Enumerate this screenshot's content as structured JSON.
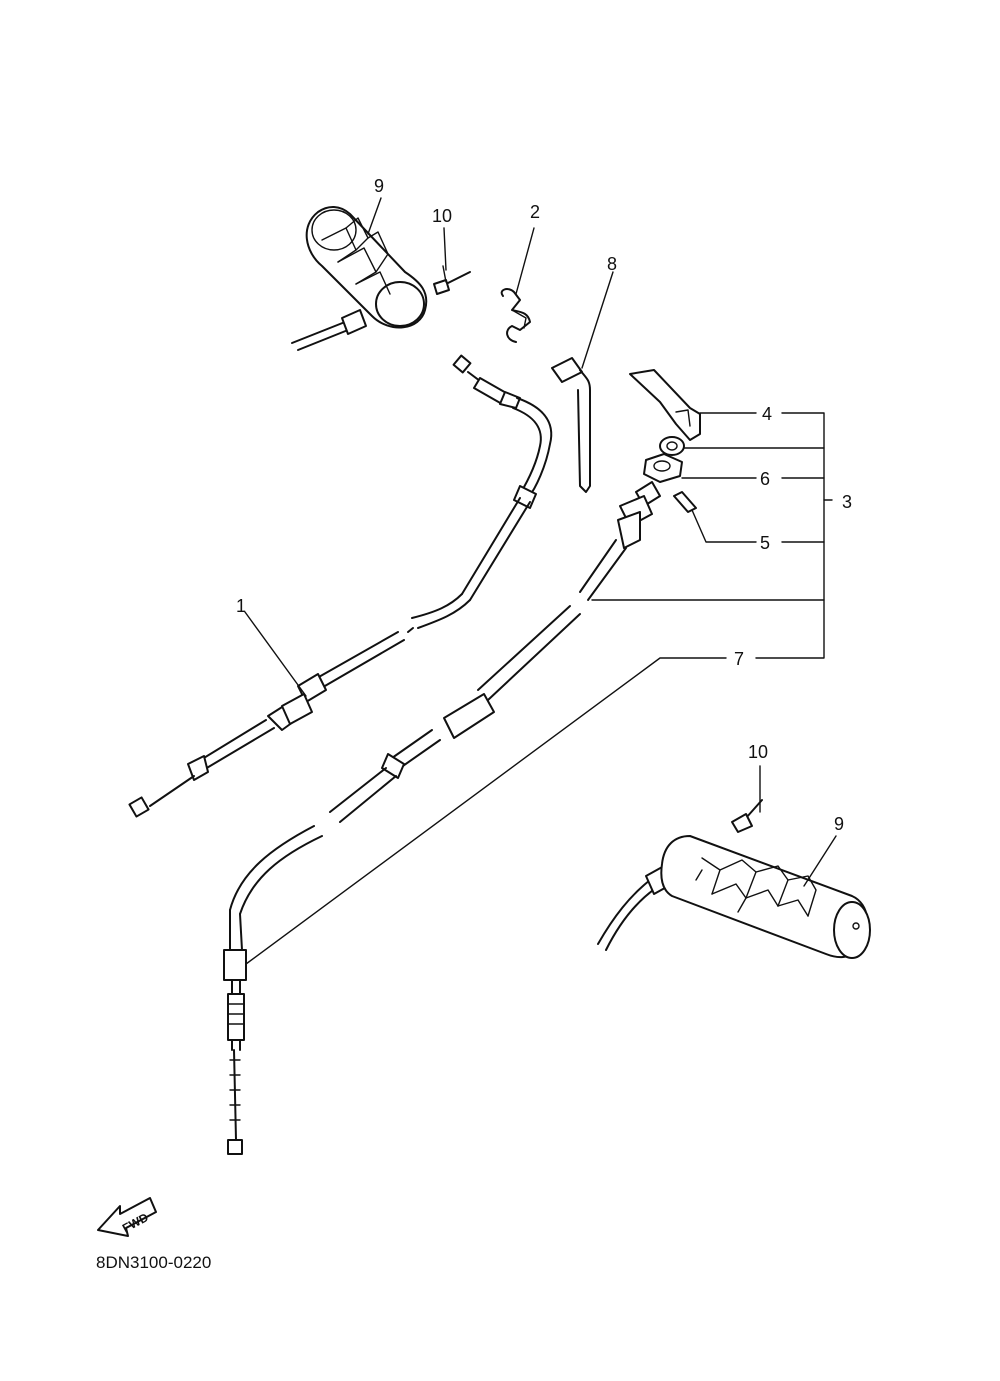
{
  "diagram": {
    "callouts": {
      "c1": "1",
      "c2": "2",
      "c3": "3",
      "c4": "4",
      "c5": "5",
      "c6": "6",
      "c7": "7",
      "c8": "8",
      "c9_top": "9",
      "c9_bottom": "9",
      "c10_top": "10",
      "c10_bottom": "10"
    },
    "fwd_arrow_text": "FWD",
    "diagram_code": "8DN3100-0220"
  }
}
